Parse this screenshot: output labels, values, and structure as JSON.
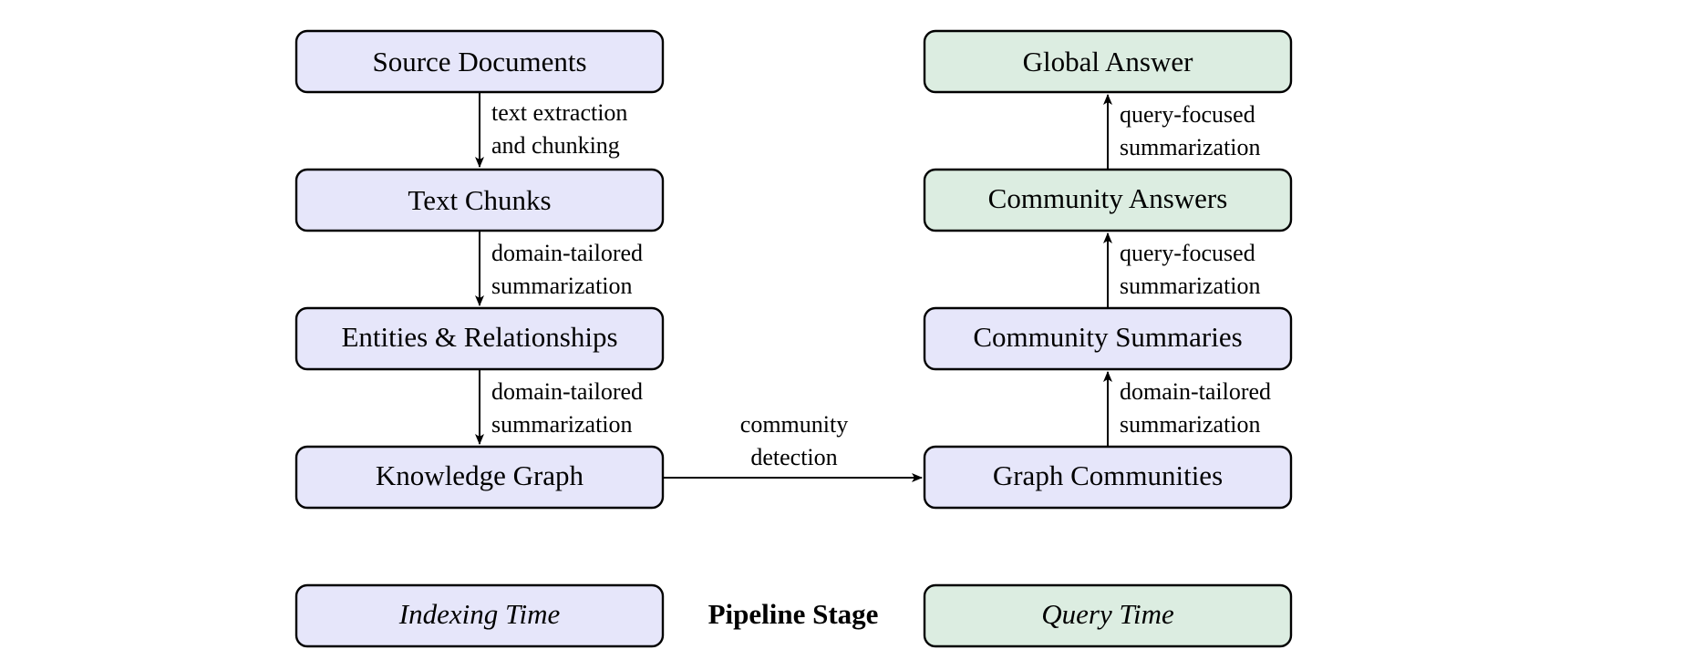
{
  "colors": {
    "indexing_fill": "#e6e6fa",
    "query_fill": "#dcede1",
    "stroke": "#000000"
  },
  "nodes": {
    "source_documents": "Source Documents",
    "text_chunks": "Text Chunks",
    "entities_relationships": "Entities & Relationships",
    "knowledge_graph": "Knowledge Graph",
    "graph_communities": "Graph Communities",
    "community_summaries": "Community Summaries",
    "community_answers": "Community Answers",
    "global_answer": "Global Answer"
  },
  "edges": {
    "docs_to_chunks": [
      "text extraction",
      "and chunking"
    ],
    "chunks_to_entities": [
      "domain-tailored",
      "summarization"
    ],
    "entities_to_graph": [
      "domain-tailored",
      "summarization"
    ],
    "graph_to_communities": [
      "community",
      "detection"
    ],
    "communities_to_summaries": [
      "domain-tailored",
      "summarization"
    ],
    "summaries_to_answers": [
      "query-focused",
      "summarization"
    ],
    "answers_to_global": [
      "query-focused",
      "summarization"
    ]
  },
  "legend": {
    "indexing": "Indexing Time",
    "title": "Pipeline Stage",
    "query": "Query Time"
  }
}
